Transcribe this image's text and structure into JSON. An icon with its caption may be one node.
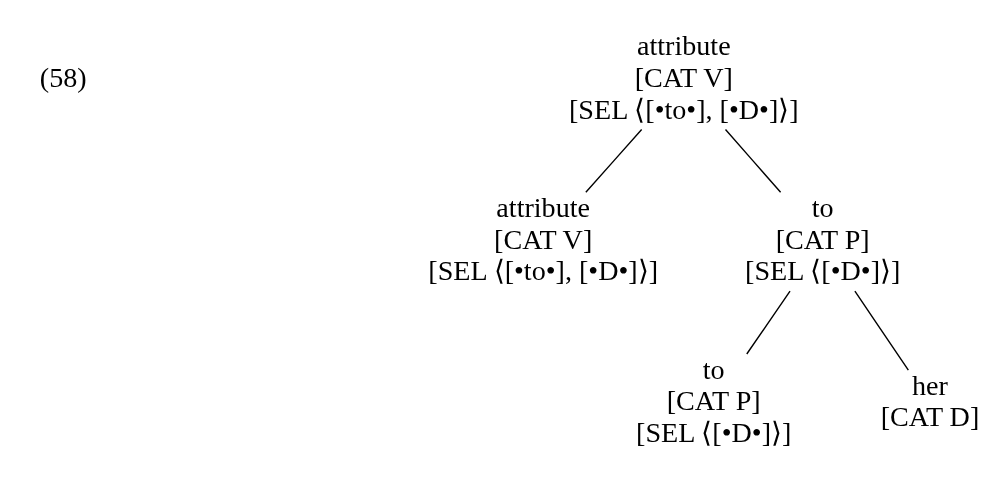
{
  "diagram": {
    "nodes": [
      {
        "text": [
          "attribute",
          "[CAT V]",
          "[SEL ⟨[•to•], [•D•]⟩]"
        ]
      },
      {
        "text": [
          "attribute",
          "[CAT V]",
          "[SEL ⟨[•to•], [•D•]⟩]"
        ]
      },
      {
        "text": [
          "to",
          "[CAT P]",
          "[SEL ⟨[•D•]⟩]"
        ]
      },
      {
        "text": [
          "to",
          "[CAT P]",
          "[SEL ⟨[•D•]⟩]"
        ]
      },
      {
        "text": [
          "her",
          "[CAT D]"
        ]
      }
    ],
    "edges": [
      {
        "from": 0,
        "to": 1,
        "arrow": "none"
      },
      {
        "from": 0,
        "to": 2,
        "arrow": "none"
      },
      {
        "from": 2,
        "to": 3,
        "arrow": "none"
      },
      {
        "from": 2,
        "to": 4,
        "arrow": "none"
      }
    ],
    "labels": [
      "(58)"
    ]
  }
}
